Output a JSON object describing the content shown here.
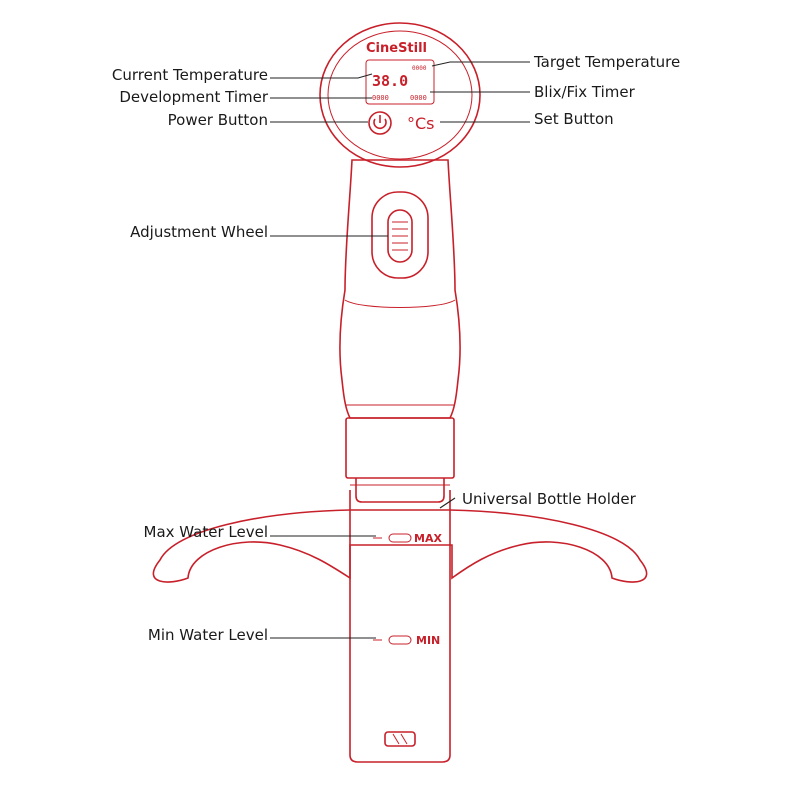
{
  "device": {
    "brand": "CineStill",
    "display_main": "38.0",
    "display_sub_left": "0000",
    "display_sub_right": "0000",
    "display_corner": "0000",
    "set_button_text": "°Cs",
    "max_mark": "MAX",
    "min_mark": "MIN"
  },
  "labels": {
    "current_temperature": "Current Temperature",
    "development_timer": "Development Timer",
    "power_button": "Power Button",
    "adjustment_wheel": "Adjustment Wheel",
    "max_water_level": "Max Water Level",
    "min_water_level": "Min Water Level",
    "target_temperature": "Target Temperature",
    "blix_fix_timer": "Blix/Fix Timer",
    "set_button": "Set Button",
    "universal_bottle_holder": "Universal Bottle Holder"
  },
  "colors": {
    "outline": "#c8202a",
    "label_text": "#1a1a1a",
    "leader_line": "#222222"
  }
}
